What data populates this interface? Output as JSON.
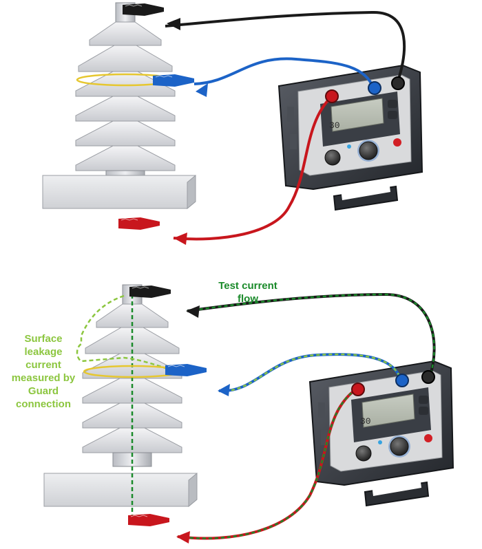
{
  "labels": {
    "test_current_flow": {
      "lines": [
        "Test current",
        "flow"
      ],
      "color": "#1a8a2a"
    },
    "surface_leakage": {
      "lines": [
        "Surface",
        "leakage",
        "current",
        "measured by",
        "Guard",
        "connection"
      ],
      "color": "#8cc63f"
    }
  },
  "panels": [
    {
      "name": "top-setup",
      "tester_display": "30",
      "leads": [
        {
          "terminal": "black",
          "color": "#1a1a1a"
        },
        {
          "terminal": "guard",
          "color": "#1c63c7"
        },
        {
          "terminal": "red",
          "color": "#c8161d"
        }
      ]
    },
    {
      "name": "bottom-setup",
      "tester_display": "30",
      "current_path_color": "#1a8a2a",
      "guard_path_color": "#8cc63f",
      "leads": [
        {
          "terminal": "black",
          "color": "#1a1a1a"
        },
        {
          "terminal": "guard",
          "color": "#1c63c7"
        },
        {
          "terminal": "red",
          "color": "#c8161d"
        }
      ]
    }
  ]
}
